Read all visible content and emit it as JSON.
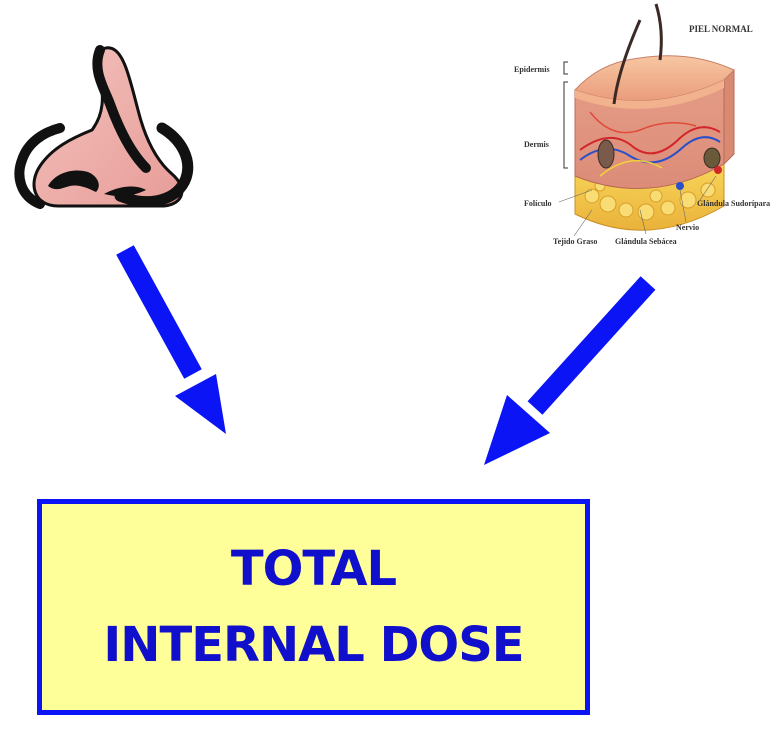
{
  "diagram": {
    "nose_icon": "nose-icon",
    "skin_icon": "skin-cross-section-icon",
    "skin": {
      "title": "PIEL NORMAL",
      "labels": {
        "epidermis": "Epidermis",
        "dermis": "Dermis",
        "foliculo": "Folículo",
        "tejido": "Tejido Graso",
        "sebacea": "Glándula Sebácea",
        "nervio": "Nervio",
        "sudoripara": "Glándula Sudorípara"
      }
    },
    "result": {
      "line1": "TOTAL",
      "line2": "INTERNAL DOSE"
    },
    "colors": {
      "arrow": "#0a14f5",
      "box_fill": "#ffff99",
      "box_border": "#0a14f5",
      "text": "#1010cc"
    }
  }
}
